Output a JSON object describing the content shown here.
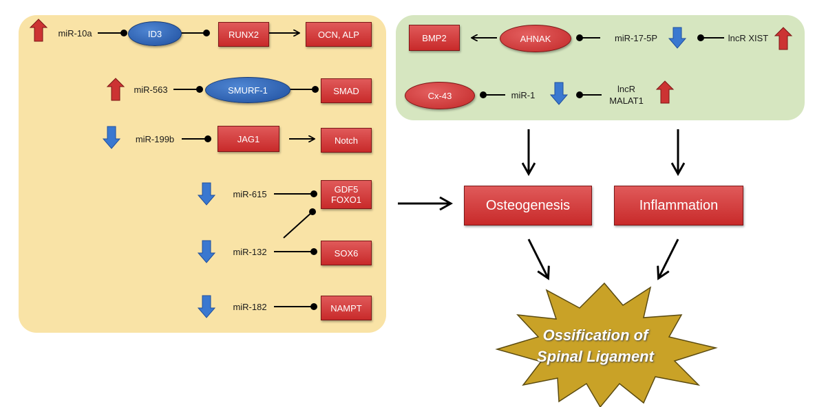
{
  "left": {
    "mir10a": "miR-10a",
    "id3": "ID3",
    "runx2": "RUNX2",
    "ocn_alp": "OCN, ALP",
    "mir563": "miR-563",
    "smurf1": "SMURF-1",
    "smad": "SMAD",
    "mir199b": "miR-199b",
    "jag1": "JAG1",
    "notch": "Notch",
    "mir615": "miR-615",
    "gdf5_foxo1": "GDF5\nFOXO1",
    "mir132": "miR-132",
    "sox6": "SOX6",
    "mir182": "miR-182",
    "nampt": "NAMPT"
  },
  "right": {
    "bmp2": "BMP2",
    "ahnak": "AHNAK",
    "mir17": "miR-17-5P",
    "lncr_xist": "lncR XIST",
    "cx43": "Cx-43",
    "mir1": "miR-1",
    "lncr_malat1": "lncR\nMALAT1"
  },
  "outcomes": {
    "osteogenesis": "Osteogenesis",
    "inflammation": "Inflammation",
    "ossification": "Ossification of\nSpinal Ligament"
  },
  "colors": {
    "up_arrow": "#cc3333",
    "down_arrow": "#3a78d0",
    "left_panel": "#f9e3a6",
    "right_panel": "#d6e6c0",
    "burst": "#c9a227"
  }
}
